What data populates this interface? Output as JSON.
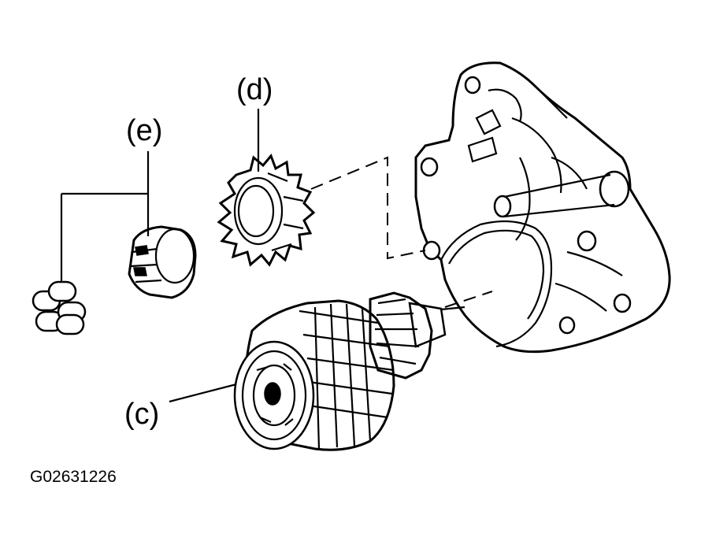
{
  "labels": {
    "c": "(c)",
    "d": "(d)",
    "e": "(e)"
  },
  "figure_code": "G02631226",
  "colors": {
    "ink": "#000000",
    "paper": "#ffffff"
  }
}
